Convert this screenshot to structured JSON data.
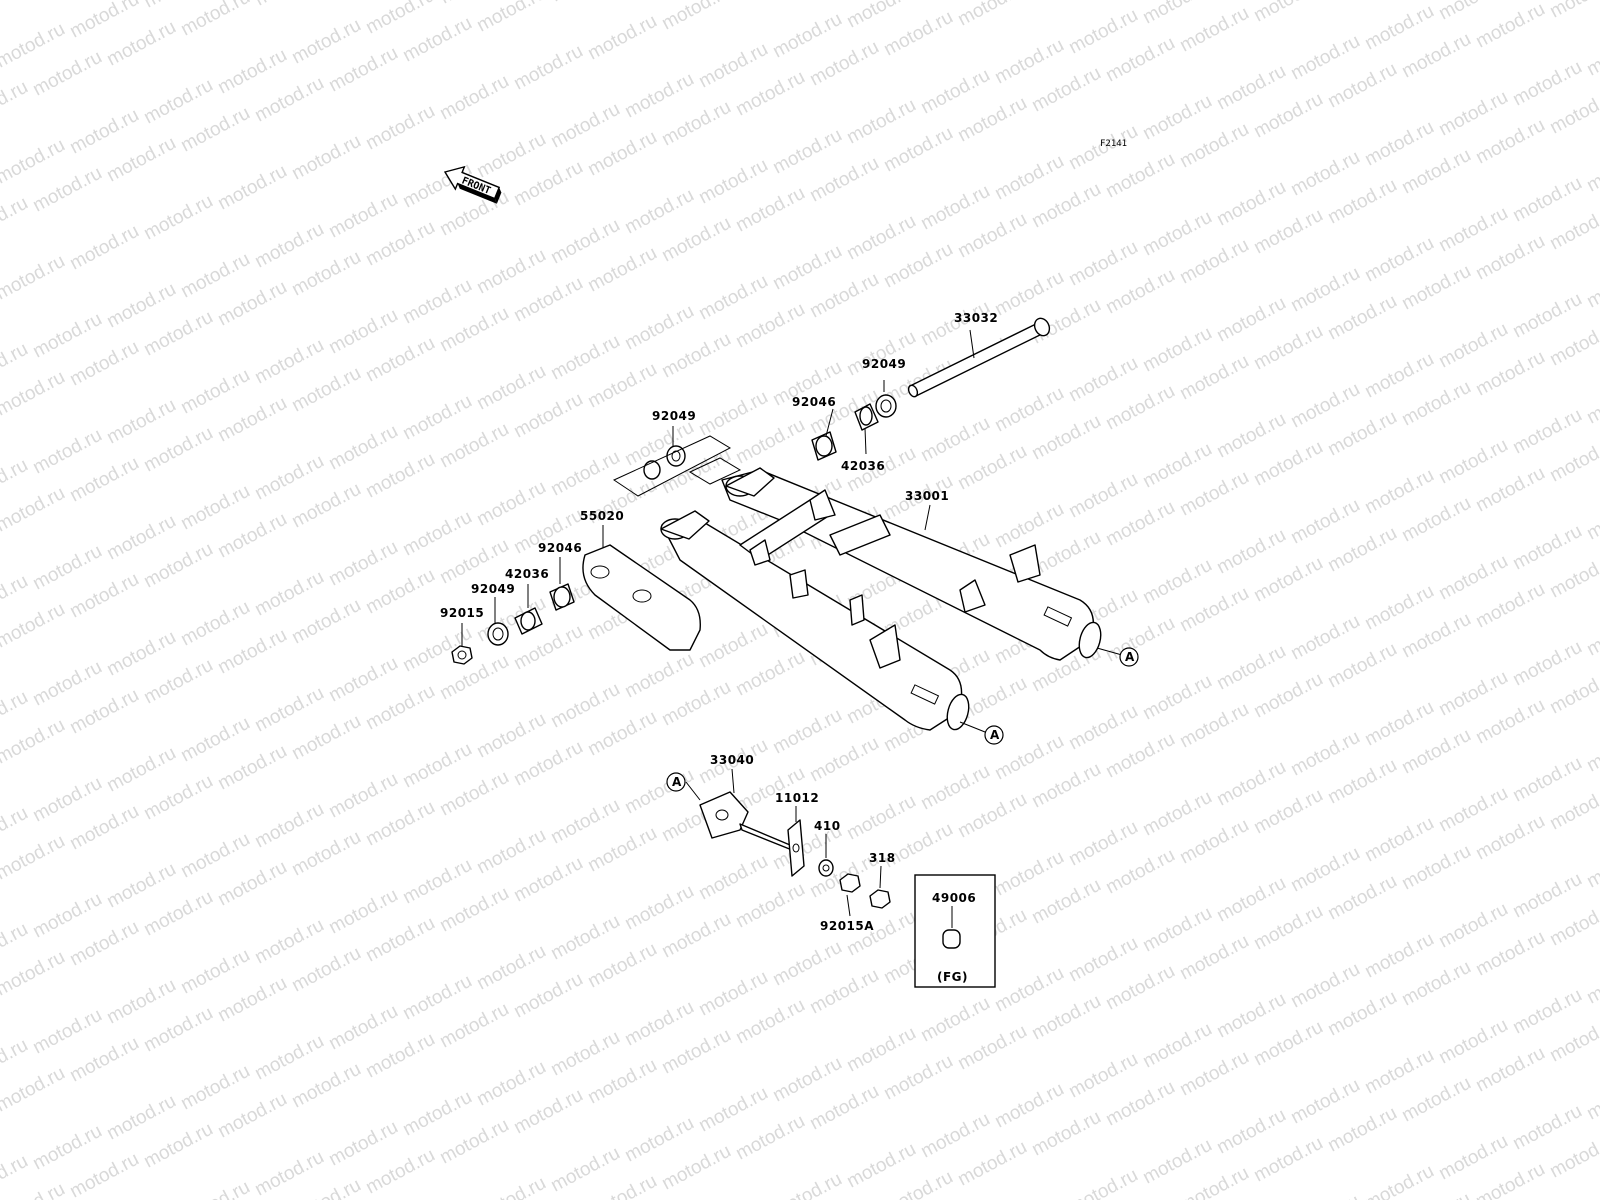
{
  "diagram_code": "F2141",
  "front_arrow": {
    "text": "FRONT"
  },
  "watermark": {
    "text": "motod.ru"
  },
  "parts": {
    "p33032": "33032",
    "p92049_top": "92049",
    "p92046_top": "92046",
    "p42036_top": "42036",
    "p92049_left": "92049",
    "p33001": "33001",
    "p55020": "55020",
    "p92046_left": "92046",
    "p42036_left": "42036",
    "p92049_low": "92049",
    "p92015": "92015",
    "p33040": "33040",
    "p11012": "11012",
    "p410": "410",
    "p318": "318",
    "p92015A": "92015A",
    "p49006": "49006"
  },
  "ref_marks": {
    "a1": "A",
    "a2": "A",
    "a3": "A"
  },
  "inset": {
    "note": "(FG)"
  }
}
